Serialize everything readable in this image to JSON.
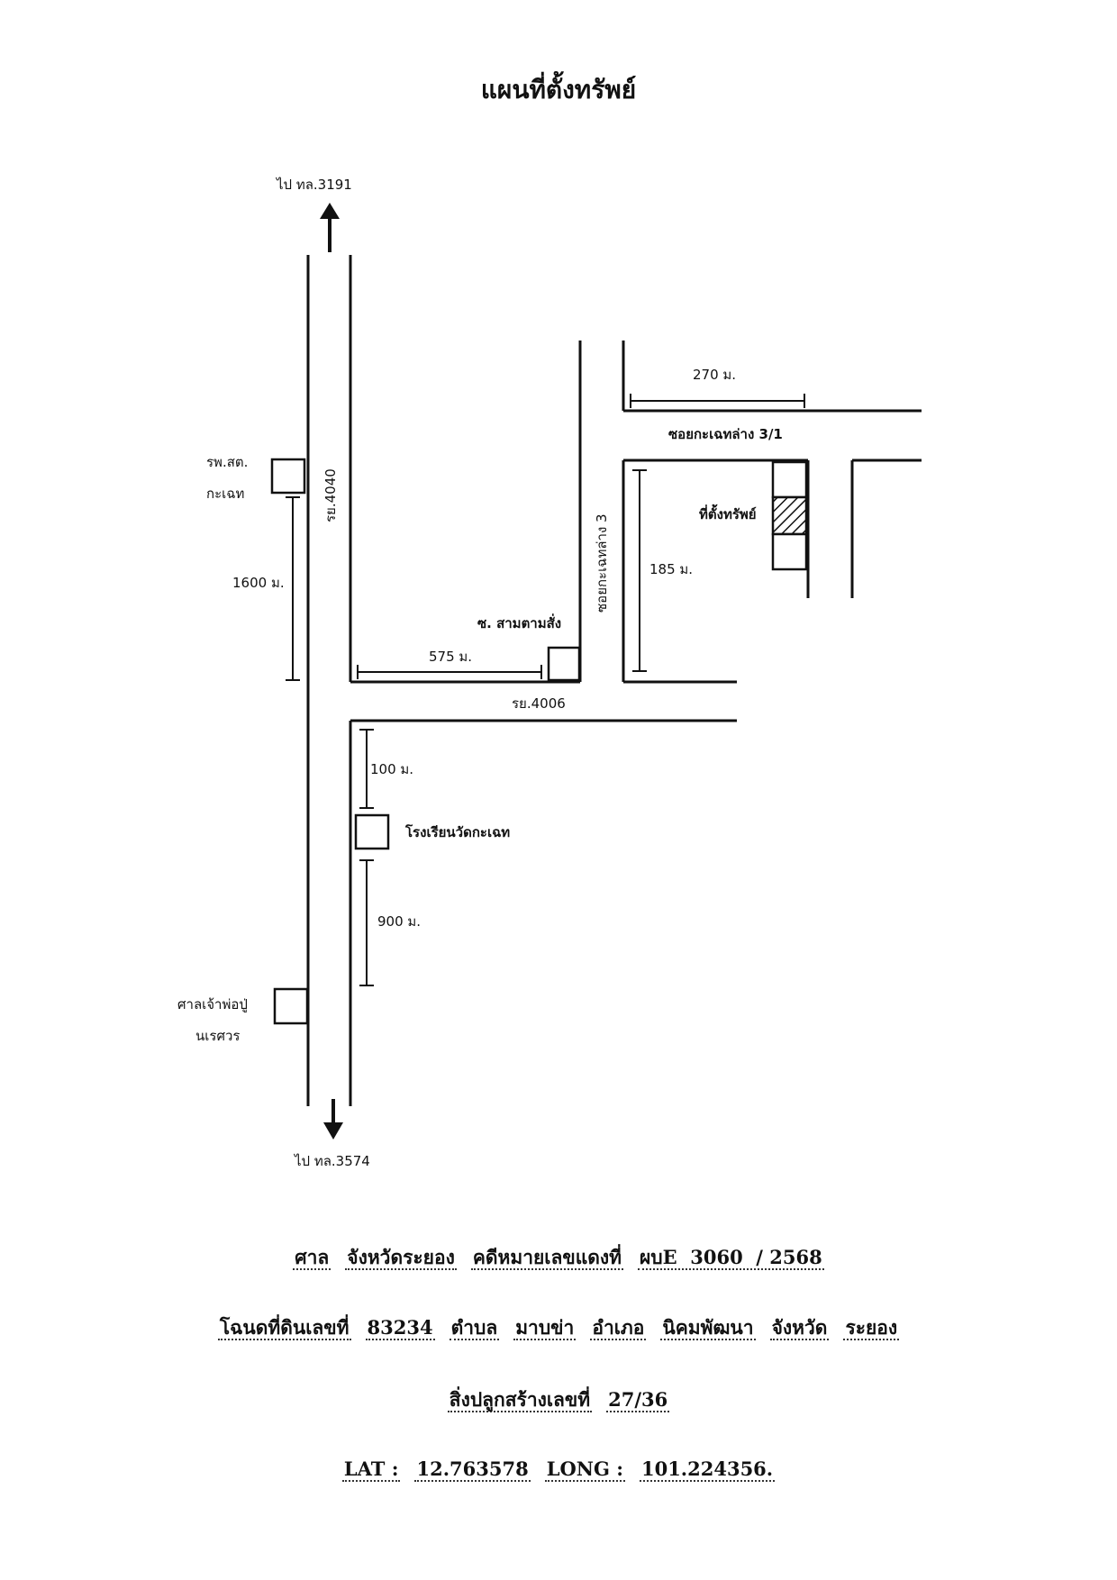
{
  "title": "แผนที่ตั้งทรัพย์",
  "map": {
    "top_direction": "ไป ทล.3191",
    "bottom_direction": "ไป ทล.3574",
    "main_road": "รย.4040",
    "cross_road": "รย.4006",
    "soi_3": "ซอยกะเฉทล่าง 3",
    "soi_3_1": "ซอยกะเฉทล่าง 3/1",
    "landmarks": {
      "health_center_line1": "รพ.สต.",
      "health_center_line2": "กะเฉท",
      "shop": "ซ. สามตามสั่ง",
      "school": "โรงเรียนวัดกะเฉท",
      "shrine_line1": "ศาลเจ้าพ่อปู่",
      "shrine_line2": "นเรศวร",
      "property": "ที่ตั้งทรัพย์"
    },
    "distances": {
      "d270": "270 ม.",
      "d185": "185 ม.",
      "d1600": "1600 ม.",
      "d575": "575 ม.",
      "d100": "100 ม.",
      "d900": "900 ม."
    }
  },
  "info": {
    "line1": {
      "court_label": "ศาล",
      "court_value": "จังหวัดระยอง",
      "case_label": "คดีหมายเลขแดงที่",
      "case_value": "ผบE  3060  / 2568"
    },
    "line2": {
      "deed_label": "โฉนดที่ดินเลขที่",
      "deed_value": "83234",
      "tambon_label": "ตำบล",
      "tambon_value": "มาบข่า",
      "amphoe_label": "อำเภอ",
      "amphoe_value": "นิคมพัฒนา",
      "province_label": "จังหวัด",
      "province_value": "ระยอง"
    },
    "line3": {
      "building_label": "สิ่งปลูกสร้างเลขที่",
      "building_value": "27/36"
    },
    "line4": {
      "lat_label": "LAT :",
      "lat_value": "12.763578",
      "long_label": "LONG :",
      "long_value": "101.224356."
    }
  },
  "colors": {
    "ink": "#111111",
    "paper": "#ffffff"
  },
  "icons": [
    "arrow-up-icon",
    "arrow-down-icon",
    "hatched-property-icon"
  ]
}
